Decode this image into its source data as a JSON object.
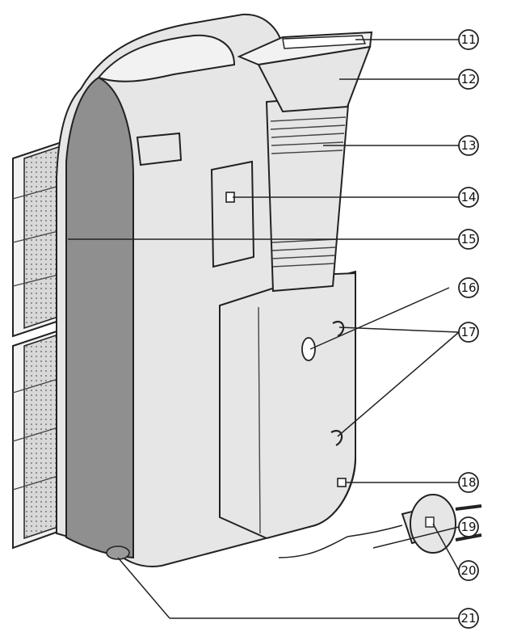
{
  "callouts": [
    {
      "id": "11",
      "label": "11"
    },
    {
      "id": "12",
      "label": "12"
    },
    {
      "id": "13",
      "label": "13"
    },
    {
      "id": "14",
      "label": "14"
    },
    {
      "id": "15",
      "label": "15"
    },
    {
      "id": "16",
      "label": "16"
    },
    {
      "id": "17",
      "label": "17"
    },
    {
      "id": "18",
      "label": "18"
    },
    {
      "id": "19",
      "label": "19"
    },
    {
      "id": "20",
      "label": "20"
    },
    {
      "id": "21",
      "label": "21"
    }
  ],
  "colors": {
    "body": "#e6e6e6",
    "shade": "#8f8f8f",
    "outline": "#222222"
  }
}
